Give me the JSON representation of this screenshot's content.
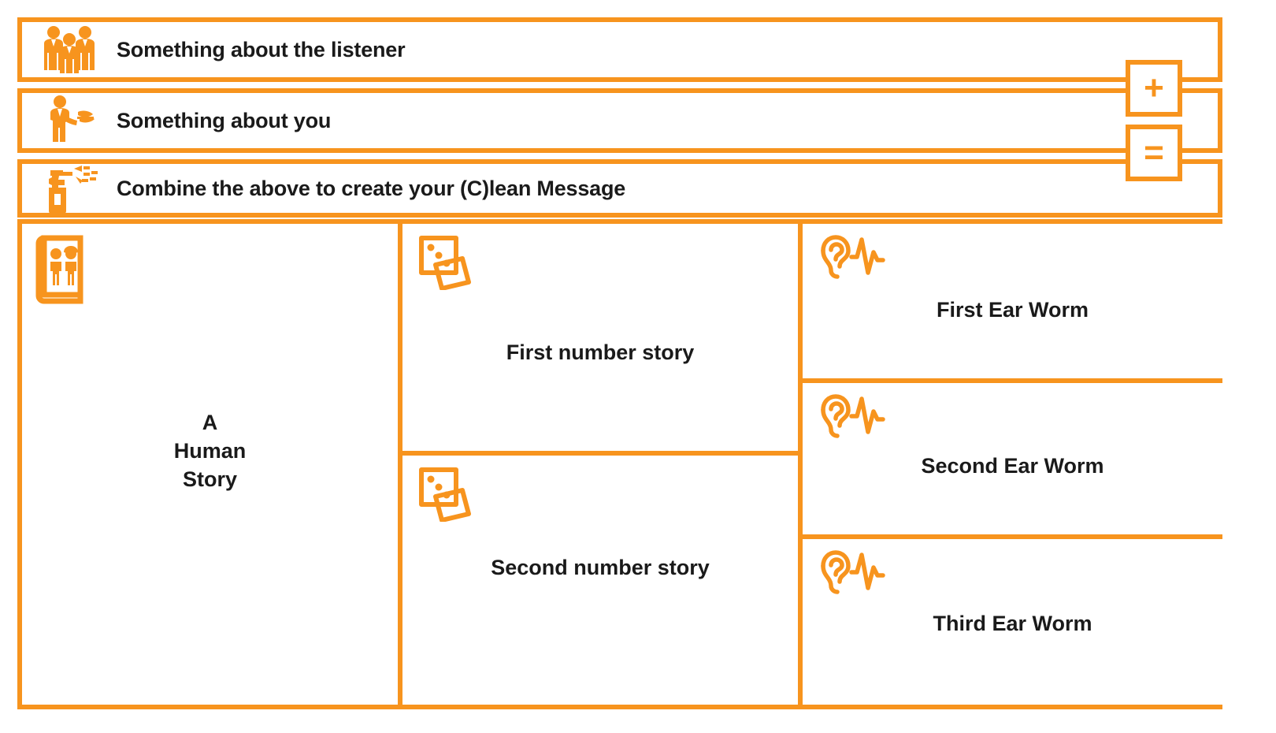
{
  "theme": {
    "accent": "#F7941E",
    "ink": "#1a1a1a",
    "background": "#ffffff"
  },
  "header_rows": [
    {
      "icon": "three-people-icon",
      "label": "Something about the listener"
    },
    {
      "icon": "person-with-plant-icon",
      "label": "Something about you"
    },
    {
      "icon": "spray-bottle-icon",
      "label": "Combine the above to create your (C)lean Message"
    }
  ],
  "operators": [
    {
      "icon": "plus-operator-icon",
      "symbol": "+"
    },
    {
      "icon": "equals-operator-icon",
      "symbol": "="
    }
  ],
  "grid": {
    "left_column": {
      "icon": "storybook-icon",
      "label_lines": [
        "A",
        "Human",
        "Story"
      ],
      "label": "A Human Story"
    },
    "middle_column": [
      {
        "icon": "dice-cards-icon",
        "label": "First number story"
      },
      {
        "icon": "dice-cards-icon",
        "label": "Second number story"
      }
    ],
    "right_column": [
      {
        "icon": "ear-soundwave-icon",
        "label": "First Ear Worm"
      },
      {
        "icon": "ear-soundwave-icon",
        "label": "Second Ear Worm"
      },
      {
        "icon": "ear-soundwave-icon",
        "label": "Third Ear Worm"
      }
    ]
  }
}
